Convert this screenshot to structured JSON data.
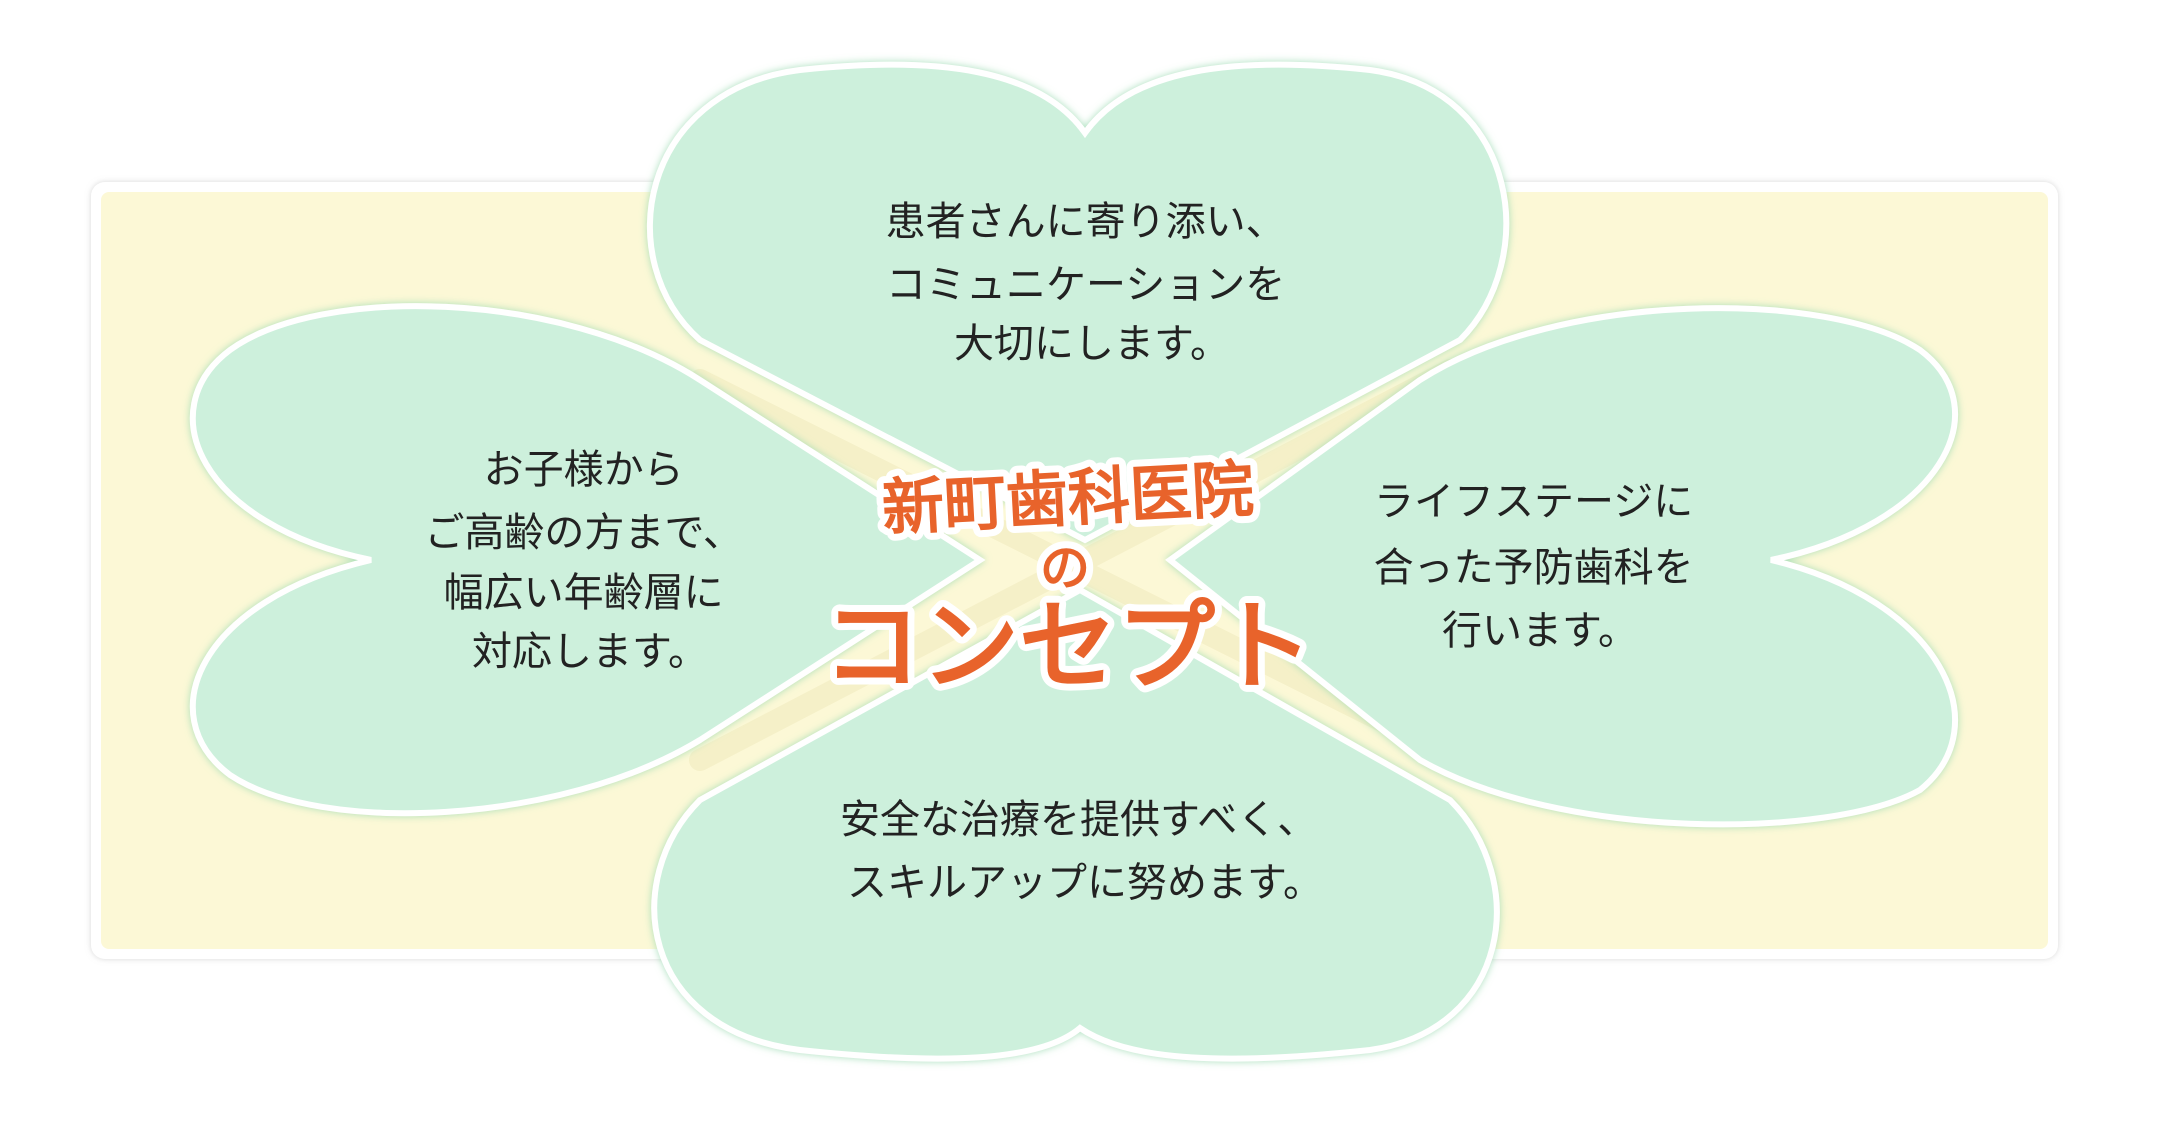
{
  "colors": {
    "panel": "#fcf8d6",
    "petal": "#cdf0dc",
    "logo": "#e8632b",
    "text": "#222222"
  },
  "logo": {
    "clinic_name": "新町歯科医院",
    "particle": "の",
    "concept": "コンセプト"
  },
  "petals": {
    "top": [
      "患者さんに寄り添い、",
      "コミュニケーションを",
      "大切にします。"
    ],
    "left": [
      "お子様から",
      "ご高齢の方まで、",
      "幅広い年齢層に",
      "対応します。"
    ],
    "right": [
      "ライフステージに",
      "合った予防歯科を",
      "行います。"
    ],
    "bottom": [
      "安全な治療を提供すべく、",
      "スキルアップに努めます。"
    ]
  }
}
